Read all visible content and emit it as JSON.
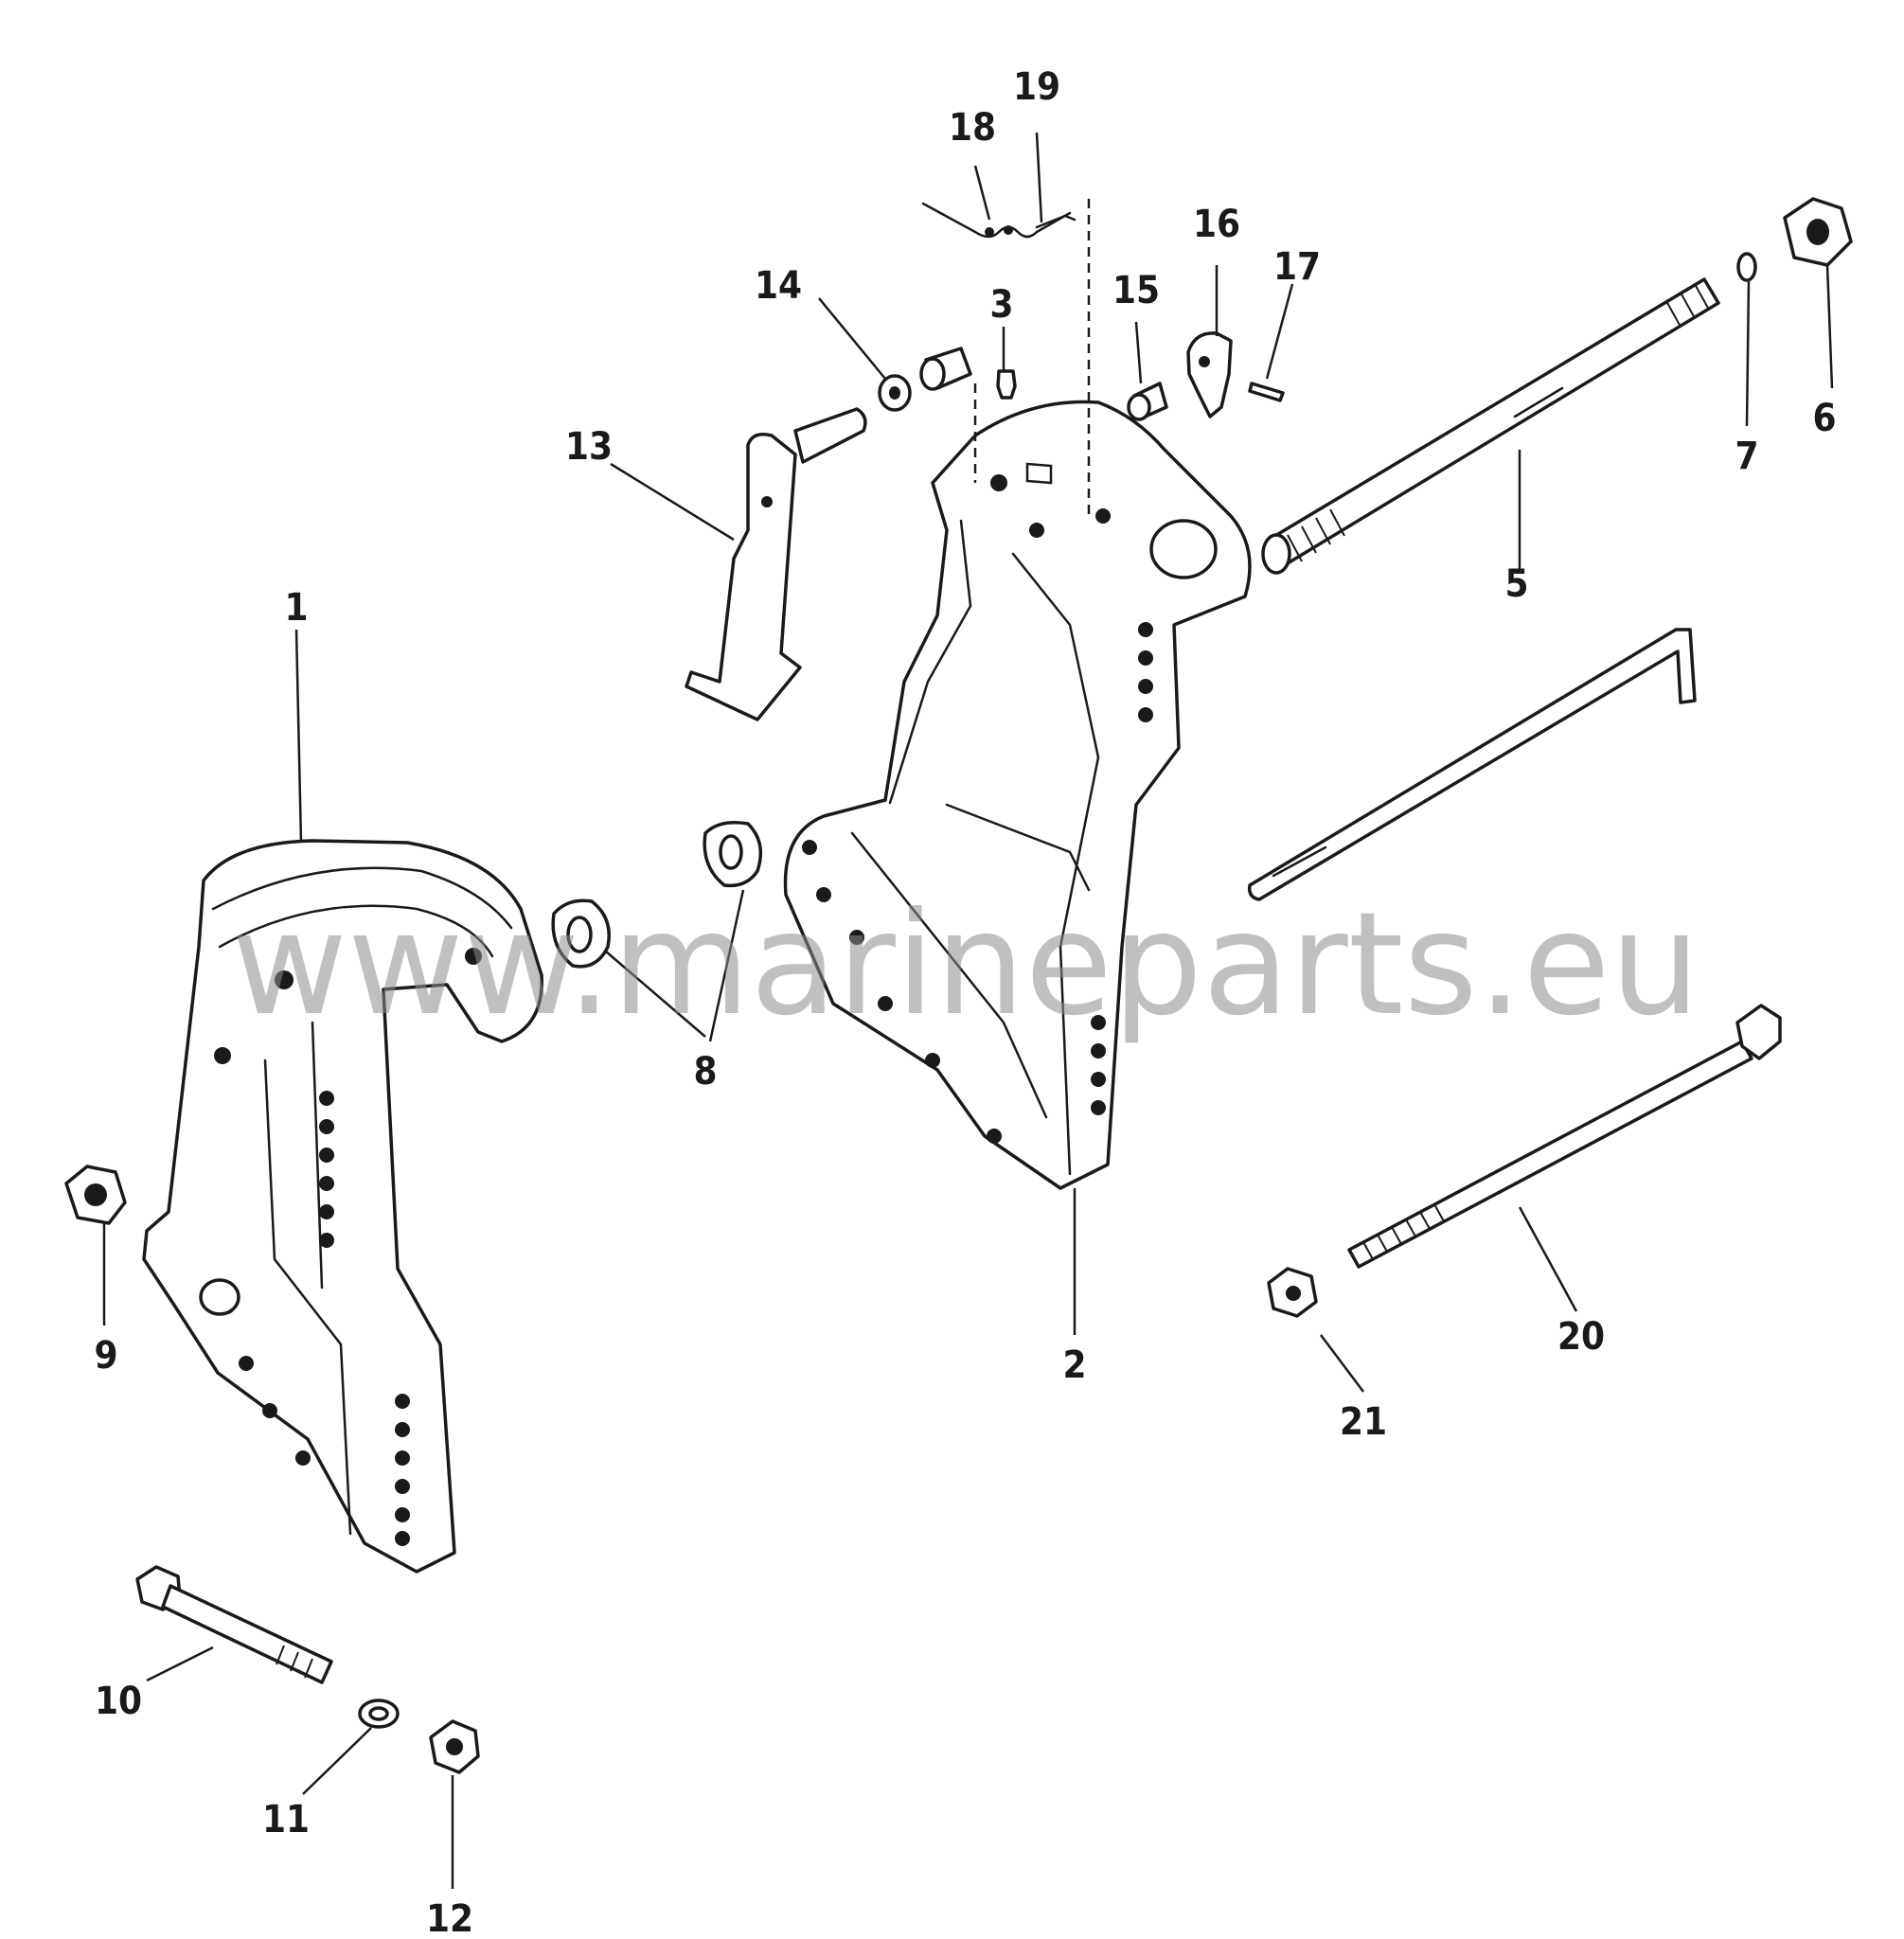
{
  "callouts": [
    "1",
    "2",
    "3",
    "5",
    "6",
    "7",
    "8",
    "9",
    "10",
    "11",
    "12",
    "13",
    "14",
    "15",
    "16",
    "17",
    "18",
    "19",
    "20",
    "21"
  ],
  "watermark": "www.marineparts.eu",
  "colors": {
    "ink": "#1a1a1a",
    "watermark": "#8c8c8c",
    "background": "#ffffff"
  }
}
